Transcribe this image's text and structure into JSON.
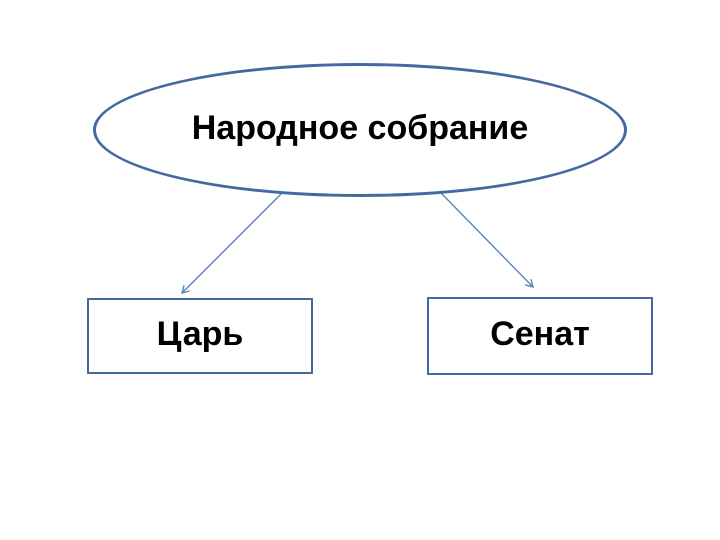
{
  "diagram": {
    "root": {
      "label": "Народное собрание"
    },
    "children": [
      {
        "label": "Царь"
      },
      {
        "label": "Сенат"
      }
    ],
    "edges": [
      {
        "from": "Народное собрание",
        "to": "Царь"
      },
      {
        "from": "Народное собрание",
        "to": "Сенат"
      }
    ],
    "colors": {
      "shape_border": "#44699e",
      "arrow": "#5b84bb",
      "text": "#000000",
      "background": "#ffffff"
    }
  }
}
